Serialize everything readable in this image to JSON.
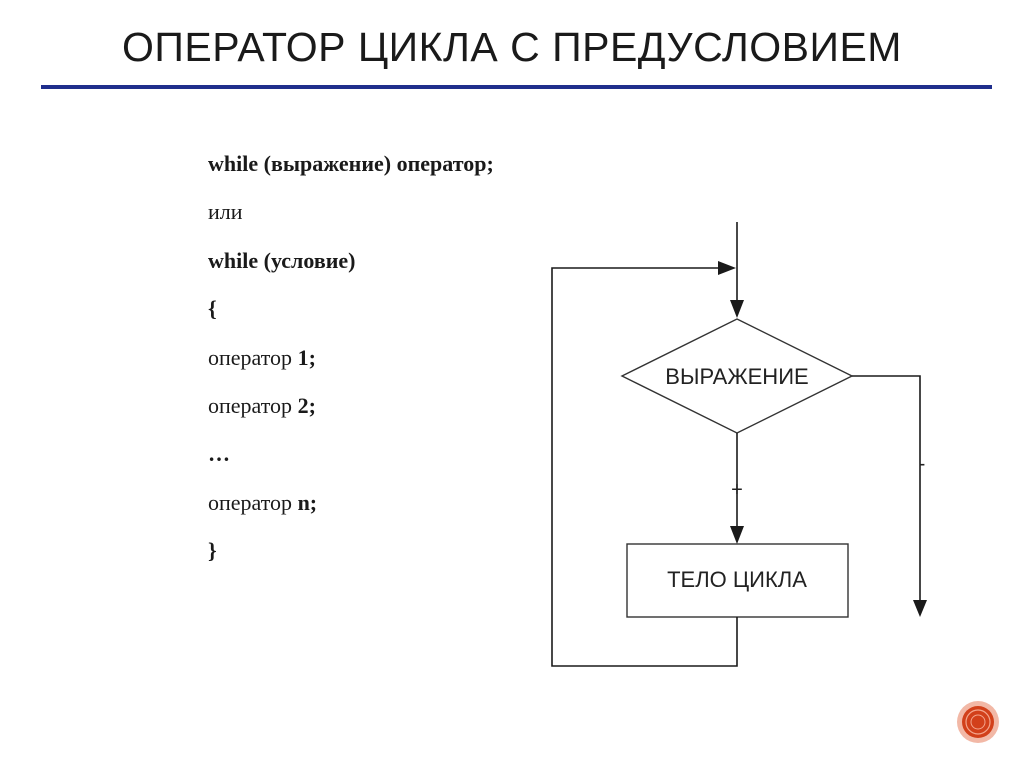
{
  "slide": {
    "title": "ОПЕРАТОР ЦИКЛА С ПРЕДУСЛОВИЕМ"
  },
  "code": {
    "line1_keyword": "while",
    "line1_rest": " (выражение) оператор;",
    "line2": "или",
    "line3_keyword": "while",
    "line3_rest": " (условие)",
    "line4": "{",
    "line5_text": "оператор ",
    "line5_num": "1;",
    "line6_text": "оператор ",
    "line6_num": "2;",
    "line7": "…",
    "line8_text": "оператор ",
    "line8_num": "n;",
    "line9": "}"
  },
  "flowchart": {
    "condition_label": "ВЫРАЖЕНИЕ",
    "body_label": "ТЕЛО ЦИКЛА",
    "true_sign": "+",
    "false_sign": "-"
  },
  "colors": {
    "title_rule": "#1f2e8c",
    "badge_outer": "#f2b8a6",
    "badge_inner": "#d2401a"
  }
}
